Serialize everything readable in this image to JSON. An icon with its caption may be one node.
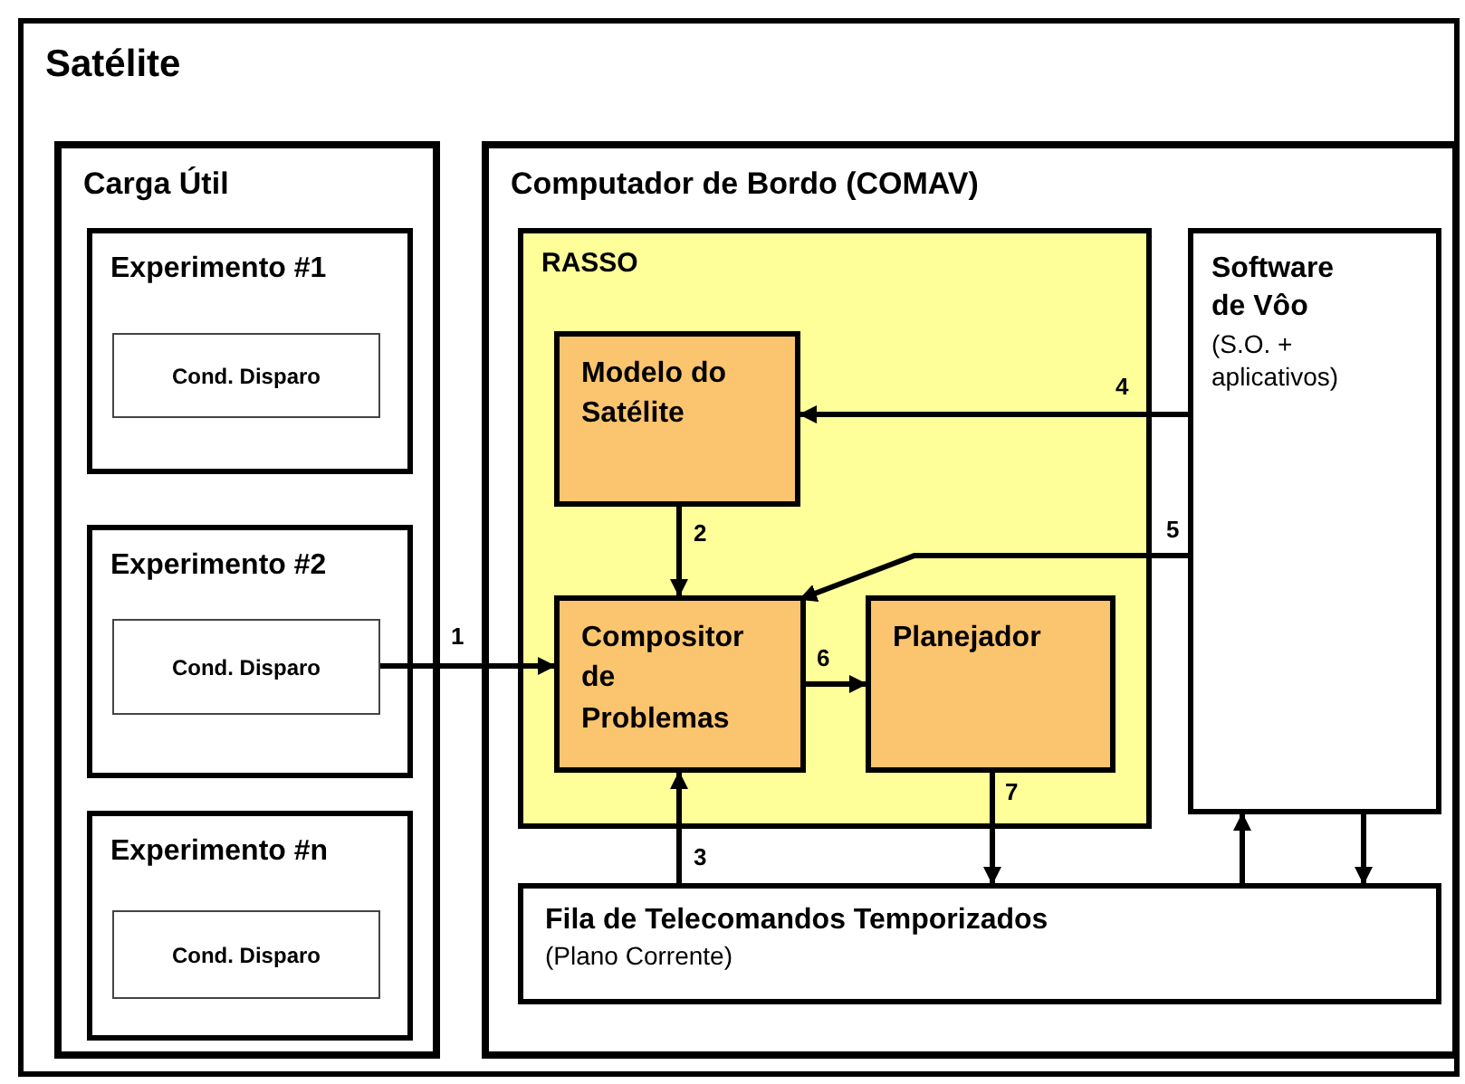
{
  "diagram": {
    "nodes": [
      {
        "text": [
          "Satélite"
        ]
      },
      {
        "text": [
          "Carga Útil"
        ],
        "in": 0
      },
      {
        "text": [
          "Experimento #1"
        ],
        "in": 1
      },
      {
        "text": [
          "Cond. Disparo"
        ],
        "in": 2
      },
      {
        "text": [
          "Experimento #2"
        ],
        "in": 1
      },
      {
        "text": [
          "Cond. Disparo"
        ],
        "in": 4
      },
      {
        "text": [
          "Experimento #n"
        ],
        "in": 1
      },
      {
        "text": [
          "Cond. Disparo"
        ],
        "in": 6
      },
      {
        "text": [
          "Computador de Bordo (COMAV)"
        ],
        "in": 0
      },
      {
        "text": [
          "RASSO"
        ],
        "in": 8
      },
      {
        "text": [
          "Modelo do Satélite"
        ],
        "in": 9
      },
      {
        "text": [
          "Compositor de Problemas"
        ],
        "in": 9
      },
      {
        "text": [
          "Planejador"
        ],
        "in": 9
      },
      {
        "text": [
          "Software de Vôo",
          "(S.O. + aplicativos)"
        ],
        "in": 8
      },
      {
        "text": [
          "Fila de Telecomandos Temporizados",
          "(Plano Corrente)"
        ],
        "in": 8
      }
    ],
    "edges": [
      {
        "from": 13,
        "to": 10,
        "arrow": "to",
        "label": "4"
      },
      {
        "from": 13,
        "to": 11,
        "arrow": "to",
        "label": "5"
      },
      {
        "from": 10,
        "to": 11,
        "arrow": "to",
        "label": "2"
      },
      {
        "from": 5,
        "to": 11,
        "arrow": "to",
        "label": "1"
      },
      {
        "from": 11,
        "to": 12,
        "arrow": "to",
        "label": "6"
      },
      {
        "from": 12,
        "to": 14,
        "arrow": "to",
        "label": "7"
      },
      {
        "from": 14,
        "to": 11,
        "arrow": "to",
        "label": "3"
      },
      {
        "from": 14,
        "to": 13,
        "arrow": "to"
      },
      {
        "from": 13,
        "to": 14,
        "arrow": "to"
      }
    ]
  }
}
